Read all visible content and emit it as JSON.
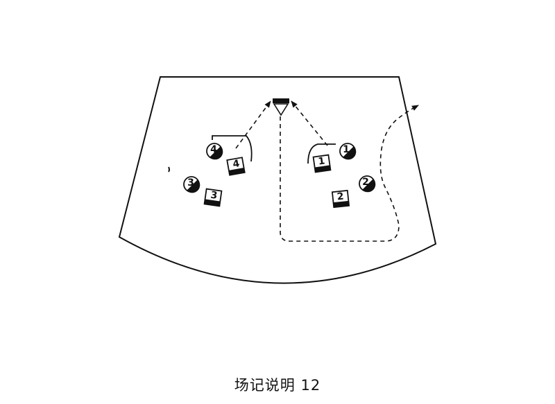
{
  "caption": "场记说明 12",
  "players": {
    "circles": [
      "1",
      "2",
      "3",
      "4"
    ],
    "squares": [
      "1",
      "2",
      "3",
      "4"
    ]
  },
  "colors": {
    "ink": "#111111",
    "background": "#ffffff"
  },
  "icons": {
    "basket": "inverted-triangle-with-backboard",
    "offense": "half-filled-circle",
    "defense": "half-filled-square"
  }
}
